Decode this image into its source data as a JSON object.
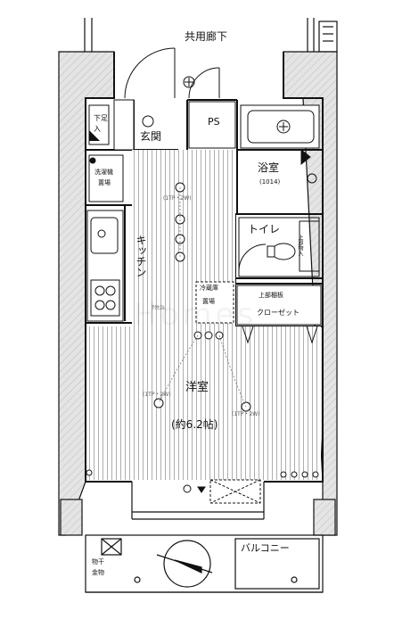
{
  "rooms": {
    "common_hallway": "共用廊下",
    "entrance": "玄関",
    "pipe_space": "PS",
    "bathroom": "浴室",
    "bathroom_size": "(1014)",
    "toilet": "トイレ",
    "upper_storage": "上部物入",
    "loft_storage": "上部棚板",
    "closet": "クローゼット",
    "kitchen": "キッチン",
    "washer_area_line1": "洗濯機",
    "washer_area_line2": "置場",
    "shoe_box_line1": "下足",
    "shoe_box_line2": "入",
    "western_room": "洋室",
    "western_room_size": "(約6.2帖)",
    "balcony": "バルコニー",
    "cabinet_line1": "冷蔵庫",
    "cabinet_line2": "置場",
    "panel_label": "ｱｸｾｽﾙ",
    "outlet_mark_1": "(1TP・2W)",
    "outlet_mark_2": "(1TP・2W)",
    "outlet_mark_3": "(1TP・2W)",
    "condenser_line1": "物干",
    "condenser_line2": "金物"
  },
  "watermark": "Homes",
  "colors": {
    "wall": "#111111",
    "outer_wall_fill": "#d9d9d9",
    "floor_stripe": "#9a9a9a",
    "background": "#ffffff"
  }
}
